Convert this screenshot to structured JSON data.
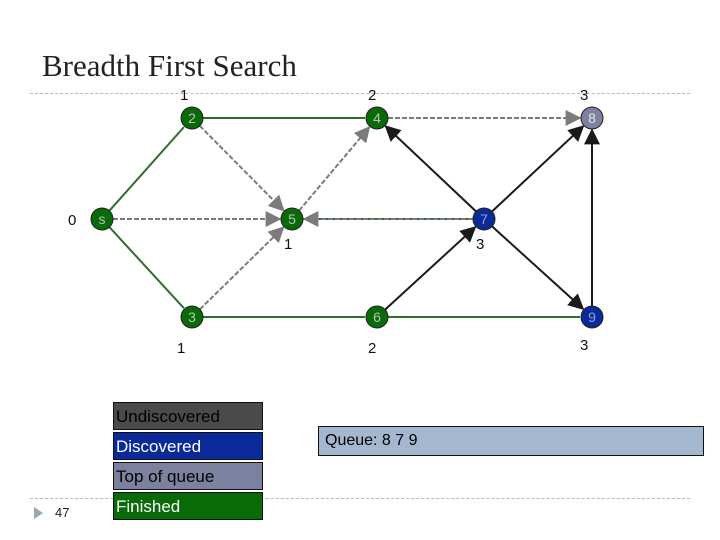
{
  "title": "Breadth First Search",
  "colors": {
    "undiscovered": "#4a4a4a",
    "discovered": "#0b2a9a",
    "top_of_queue": "#7b819e",
    "finished": "#086b08",
    "queue_bg": "#a3b8cf",
    "edge_tree": "#2c6e2c",
    "edge_gray": "#7b7b7b",
    "edge_black": "#1a1a1a"
  },
  "nodes": [
    {
      "id": "s",
      "label": "s",
      "state": "finished"
    },
    {
      "id": "n2",
      "label": "2",
      "state": "finished"
    },
    {
      "id": "n3",
      "label": "3",
      "state": "finished"
    },
    {
      "id": "n4",
      "label": "4",
      "state": "finished"
    },
    {
      "id": "n5",
      "label": "5",
      "state": "finished"
    },
    {
      "id": "n6",
      "label": "6",
      "state": "finished"
    },
    {
      "id": "n7",
      "label": "7",
      "state": "discovered"
    },
    {
      "id": "n8",
      "label": "8",
      "state": "top_of_queue"
    },
    {
      "id": "n9",
      "label": "9",
      "state": "discovered"
    }
  ],
  "distances": {
    "s": "0",
    "n2": "1",
    "n3": "1",
    "n4": "2",
    "n5": "1",
    "n6": "2",
    "n7": "3",
    "n8": "3",
    "n9": "3"
  },
  "edges": [
    {
      "from": "s",
      "to": "n2",
      "style": "tree"
    },
    {
      "from": "s",
      "to": "n3",
      "style": "tree"
    },
    {
      "from": "n2",
      "to": "n4",
      "style": "tree"
    },
    {
      "from": "n3",
      "to": "n6",
      "style": "tree"
    },
    {
      "from": "n5",
      "to": "n7",
      "style": "tree"
    },
    {
      "from": "n6",
      "to": "n9",
      "style": "tree"
    },
    {
      "from": "s",
      "to": "n5",
      "style": "gray"
    },
    {
      "from": "n2",
      "to": "n5",
      "style": "gray"
    },
    {
      "from": "n3",
      "to": "n5",
      "style": "gray"
    },
    {
      "from": "n5",
      "to": "n4",
      "style": "gray"
    },
    {
      "from": "n7",
      "to": "n5",
      "style": "gray"
    },
    {
      "from": "n4",
      "to": "n8",
      "style": "gray"
    },
    {
      "from": "n7",
      "to": "n4",
      "style": "black"
    },
    {
      "from": "n7",
      "to": "n8",
      "style": "black"
    },
    {
      "from": "n7",
      "to": "n9",
      "style": "black"
    },
    {
      "from": "n9",
      "to": "n8",
      "style": "black"
    },
    {
      "from": "n6",
      "to": "n7",
      "style": "black"
    }
  ],
  "legend": {
    "undiscovered": "Undiscovered",
    "discovered": "Discovered",
    "top_of_queue": "Top of queue",
    "finished": "Finished"
  },
  "queue": {
    "label": "Queue: 8 7 9"
  },
  "slide_number": "47"
}
